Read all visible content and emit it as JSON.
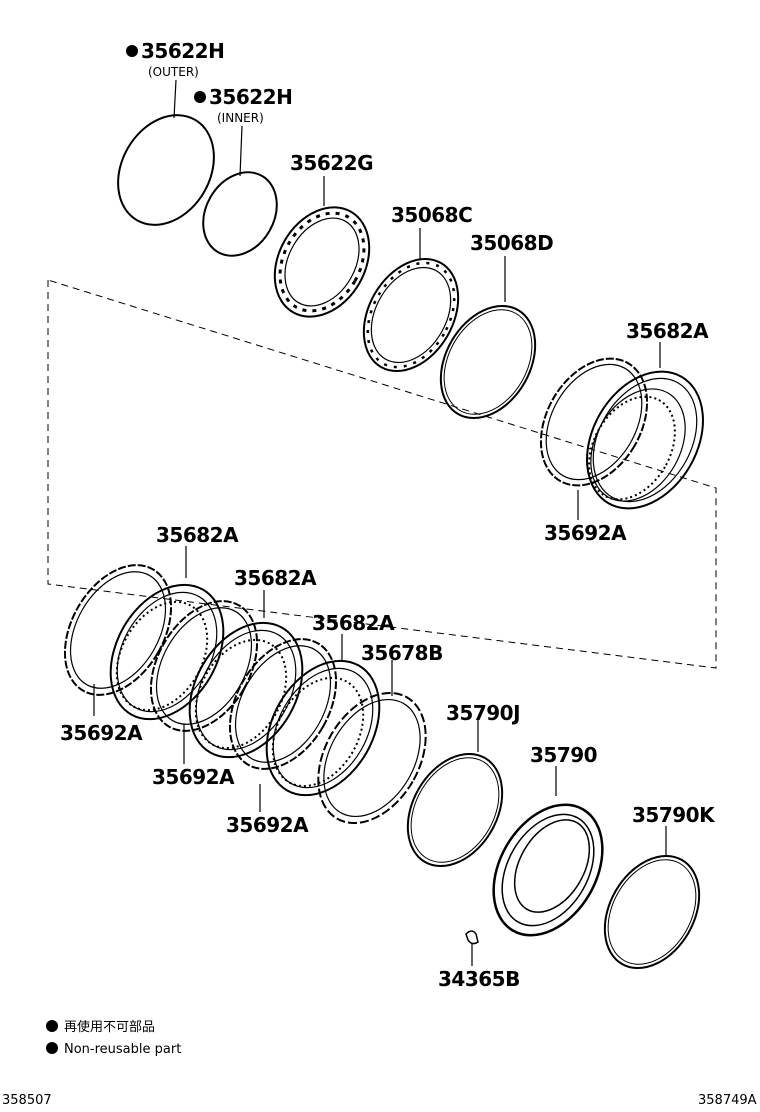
{
  "labels": {
    "p_35622h_outer": "35622H",
    "outer": "(OUTER)",
    "p_35622h_inner": "35622H",
    "inner": "(INNER)",
    "p_35622g": "35622G",
    "p_35068c": "35068C",
    "p_35068d": "35068D",
    "p_35682a_top": "35682A",
    "p_35692a_top": "35692A",
    "p_35682a_1": "35682A",
    "p_35682a_2": "35682A",
    "p_35682a_3": "35682A",
    "p_35678b": "35678B",
    "p_35692a_1": "35692A",
    "p_35692a_2": "35692A",
    "p_35692a_3": "35692A",
    "p_35790j": "35790J",
    "p_35790": "35790",
    "p_35790k": "35790K",
    "p_34365b": "34365B"
  },
  "legend": {
    "jp": "再使用不可部品",
    "en": "Non-reusable part"
  },
  "footer": {
    "left_code": "358507",
    "right_code": "358749A"
  }
}
